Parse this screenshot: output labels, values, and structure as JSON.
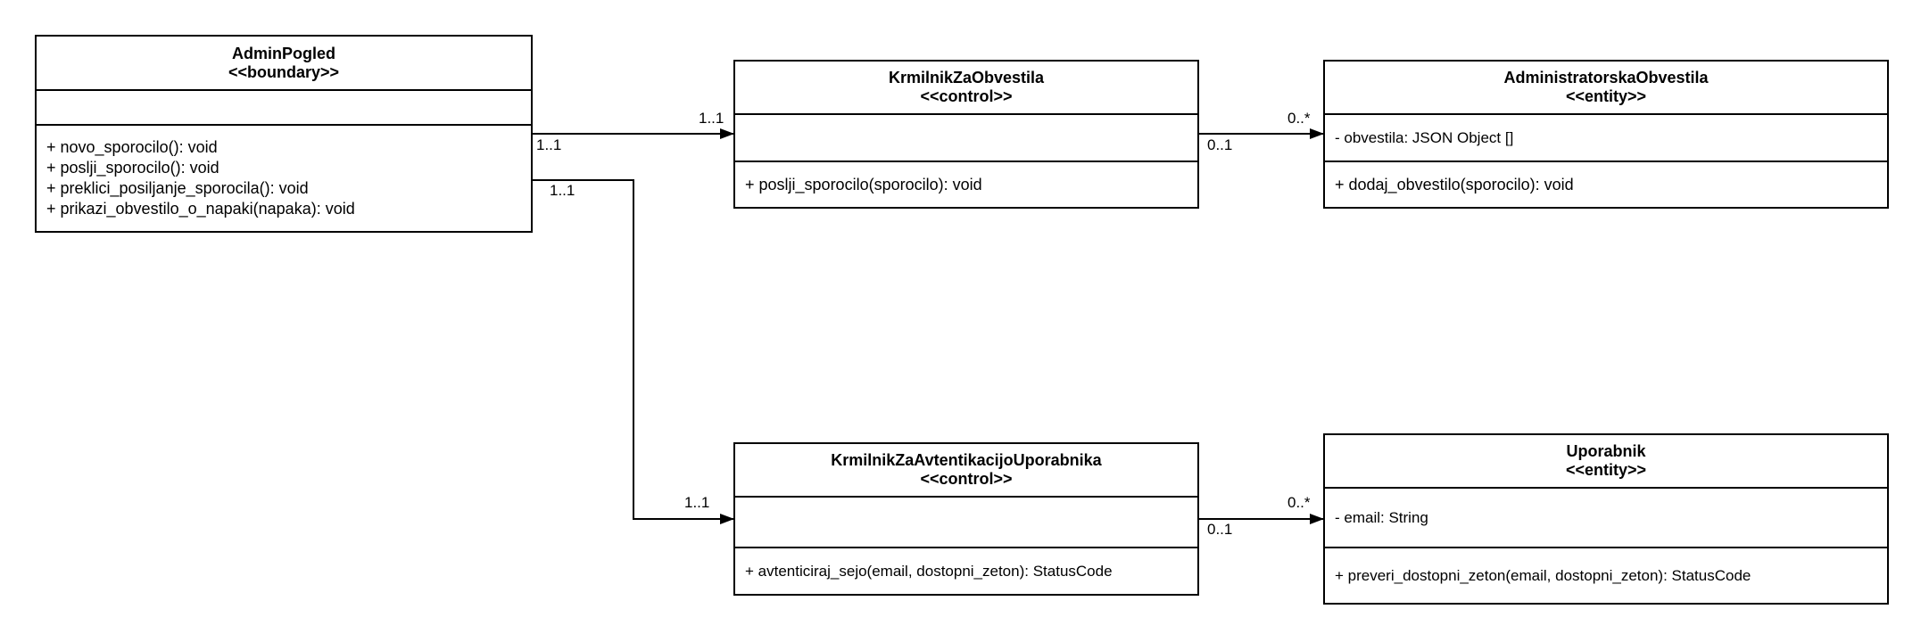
{
  "classes": {
    "admin_pogled": {
      "name": "AdminPogled",
      "stereotype": "<<boundary>>",
      "attributes": [],
      "operations": [
        "+ novo_sporocilo(): void",
        "+ poslji_sporocilo(): void",
        "+ preklici_posiljanje_sporocila(): void",
        "+ prikazi_obvestilo_o_napaki(napaka): void"
      ]
    },
    "krmilnik_za_obvestila": {
      "name": "KrmilnikZaObvestila",
      "stereotype": "<<control>>",
      "attributes": [],
      "operations": [
        "+ poslji_sporocilo(sporocilo): void"
      ]
    },
    "administratorska_obvestila": {
      "name": "AdministratorskaObvestila",
      "stereotype": "<<entity>>",
      "attributes": [
        "- obvestila: JSON Object []"
      ],
      "operations": [
        "+ dodaj_obvestilo(sporocilo): void"
      ]
    },
    "krmilnik_za_avtentikacijo": {
      "name": "KrmilnikZaAvtentikacijoUporabnika",
      "stereotype": "<<control>>",
      "attributes": [],
      "operations": [
        "+ avtenticiraj_sejo(email, dostopni_zeton): StatusCode"
      ]
    },
    "uporabnik": {
      "name": "Uporabnik",
      "stereotype": "<<entity>>",
      "attributes": [
        "- email: String"
      ],
      "operations": [
        "+ preveri_dostopni_zeton(email, dostopni_zeton): StatusCode"
      ]
    }
  },
  "associations": [
    {
      "from": "AdminPogled",
      "to": "KrmilnikZaObvestila",
      "source_multiplicity": "1..1",
      "target_multiplicity": "1..1"
    },
    {
      "from": "AdminPogled",
      "to": "KrmilnikZaAvtentikacijoUporabnika",
      "source_multiplicity": "1..1",
      "target_multiplicity": "1..1"
    },
    {
      "from": "KrmilnikZaObvestila",
      "to": "AdministratorskaObvestila",
      "source_multiplicity": "0..1",
      "target_multiplicity": "0..*"
    },
    {
      "from": "KrmilnikZaAvtentikacijoUporabnika",
      "to": "Uporabnik",
      "source_multiplicity": "0..1",
      "target_multiplicity": "0..*"
    }
  ]
}
